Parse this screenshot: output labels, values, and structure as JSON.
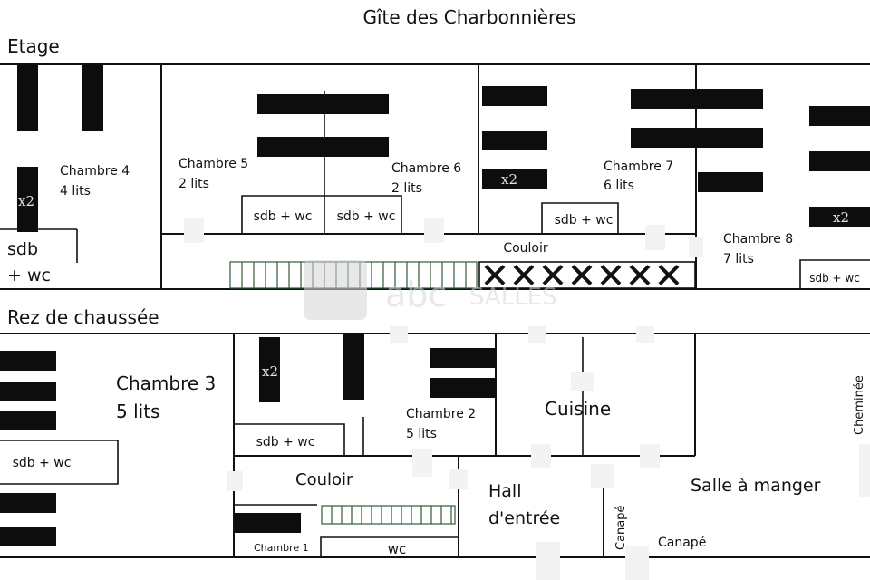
{
  "title": "Gîte des Charbonnières",
  "floors": {
    "upper": "Etage",
    "ground": "Rez de chaussée"
  },
  "upper_rooms": {
    "ch4_name": "Chambre 4",
    "ch4_beds": "4 lits",
    "ch4_sdb1": "sdb",
    "ch4_sdb2": "+ wc",
    "ch5_name": "Chambre 5",
    "ch5_beds": "2 lits",
    "ch6_name": "Chambre 6",
    "ch6_beds": "2 lits",
    "ch7_name": "Chambre 7",
    "ch7_beds": "6 lits",
    "ch8_name": "Chambre 8",
    "ch8_beds": "7 lits",
    "sdb5": "sdb + wc",
    "sdb6": "sdb + wc",
    "sdb7": "sdb + wc",
    "sdb8": "sdb + wc",
    "corridor": "Couloir"
  },
  "ground_rooms": {
    "ch3_name": "Chambre 3",
    "ch3_beds": "5 lits",
    "ch3_sdb": "sdb + wc",
    "ch2_name": "Chambre 2",
    "ch2_beds": "5 lits",
    "sdb2": "sdb + wc",
    "kitchen": "Cuisine",
    "fireplace": "Cheminée",
    "corridor": "Couloir",
    "hall1": "Hall",
    "hall2": "d'entrée",
    "dining": "Salle à manger",
    "sofa_v": "Canapé",
    "sofa_h": "Canapé",
    "ch1_name": "Chambre  1",
    "wc": "wc"
  },
  "marks": {
    "double_bed": "x2"
  },
  "watermark": {
    "brand": "abc",
    "suffix": "SALLES"
  },
  "colors": {
    "walls": "#111111",
    "beds": "#0d0d0d",
    "stairs": "#2f5a34",
    "watermark": "#d6d6d6"
  }
}
